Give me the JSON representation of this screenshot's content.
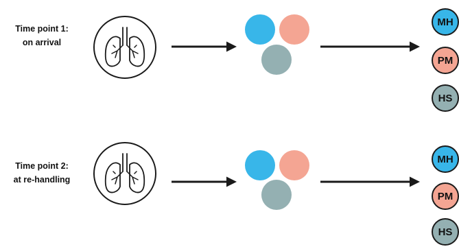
{
  "rows": [
    {
      "line1": "Time point 1:",
      "line2": "on arrival"
    },
    {
      "line1": "Time point 2:",
      "line2": "at re-handling"
    }
  ],
  "badges": {
    "mh": "MH",
    "pm": "PM",
    "hs": "HS"
  },
  "colors": {
    "blue": "#38b6e9",
    "salmon": "#f4a593",
    "slate": "#94b0b2",
    "line": "#1a1a1a"
  },
  "icons": {
    "lungs": "lungs-icon"
  }
}
